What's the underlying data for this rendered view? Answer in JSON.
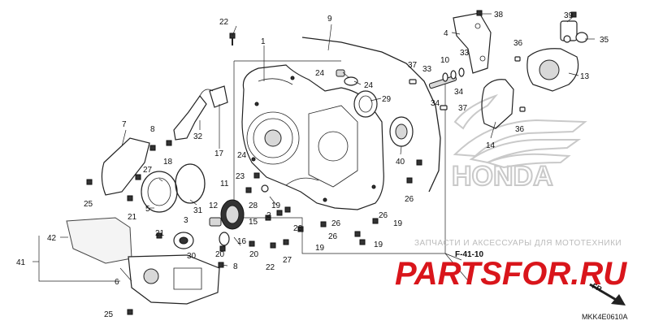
{
  "callouts": [
    {
      "id": "c1",
      "text": "1"
    },
    {
      "id": "c2",
      "text": "2"
    },
    {
      "id": "c3",
      "text": "3"
    },
    {
      "id": "c4",
      "text": "4"
    },
    {
      "id": "c5",
      "text": "5"
    },
    {
      "id": "c6",
      "text": "6"
    },
    {
      "id": "c7",
      "text": "7"
    },
    {
      "id": "c8a",
      "text": "8"
    },
    {
      "id": "c8b",
      "text": "8"
    },
    {
      "id": "c9",
      "text": "9"
    },
    {
      "id": "c10",
      "text": "10"
    },
    {
      "id": "c11",
      "text": "11"
    },
    {
      "id": "c12",
      "text": "12"
    },
    {
      "id": "c13",
      "text": "13"
    },
    {
      "id": "c14",
      "text": "14"
    },
    {
      "id": "c15",
      "text": "15"
    },
    {
      "id": "c16",
      "text": "16"
    },
    {
      "id": "c17",
      "text": "17"
    },
    {
      "id": "c18",
      "text": "18"
    },
    {
      "id": "c19a",
      "text": "19"
    },
    {
      "id": "c19b",
      "text": "19"
    },
    {
      "id": "c19c",
      "text": "19"
    },
    {
      "id": "c19d",
      "text": "19"
    },
    {
      "id": "c20a",
      "text": "20"
    },
    {
      "id": "c20b",
      "text": "20"
    },
    {
      "id": "c21a",
      "text": "21"
    },
    {
      "id": "c21b",
      "text": "21"
    },
    {
      "id": "c22a",
      "text": "22"
    },
    {
      "id": "c22b",
      "text": "22"
    },
    {
      "id": "c23",
      "text": "23"
    },
    {
      "id": "c24a",
      "text": "24"
    },
    {
      "id": "c24b",
      "text": "24"
    },
    {
      "id": "c24c",
      "text": "24"
    },
    {
      "id": "c25a",
      "text": "25"
    },
    {
      "id": "c25b",
      "text": "25"
    },
    {
      "id": "c26a",
      "text": "26"
    },
    {
      "id": "c26b",
      "text": "26"
    },
    {
      "id": "c26c",
      "text": "26"
    },
    {
      "id": "c26d",
      "text": "26"
    },
    {
      "id": "c26e",
      "text": "26"
    },
    {
      "id": "c27a",
      "text": "27"
    },
    {
      "id": "c27b",
      "text": "27"
    },
    {
      "id": "c28",
      "text": "28"
    },
    {
      "id": "c29",
      "text": "29"
    },
    {
      "id": "c30",
      "text": "30"
    },
    {
      "id": "c31",
      "text": "31"
    },
    {
      "id": "c32",
      "text": "32"
    },
    {
      "id": "c33a",
      "text": "33"
    },
    {
      "id": "c33b",
      "text": "33"
    },
    {
      "id": "c34a",
      "text": "34"
    },
    {
      "id": "c34b",
      "text": "34"
    },
    {
      "id": "c35",
      "text": "35"
    },
    {
      "id": "c36a",
      "text": "36"
    },
    {
      "id": "c36b",
      "text": "36"
    },
    {
      "id": "c37a",
      "text": "37"
    },
    {
      "id": "c37b",
      "text": "37"
    },
    {
      "id": "c38",
      "text": "38"
    },
    {
      "id": "c39",
      "text": "39"
    },
    {
      "id": "c40",
      "text": "40"
    },
    {
      "id": "c41",
      "text": "41"
    },
    {
      "id": "c42",
      "text": "42"
    }
  ],
  "reference": "F-41-10",
  "diagram_code": "MKK4E0610A",
  "front_label": "FR.",
  "honda_watermark": "HONDA",
  "site_caption": "ЗАПЧАСТИ И АКСЕССУАРЫ ДЛЯ МОТОТЕХНИКИ",
  "site_logo": "PARTSFOR.RU",
  "colors": {
    "brand": "#d9151b",
    "ink": "#222222",
    "watermark": "#c9c9c9"
  }
}
